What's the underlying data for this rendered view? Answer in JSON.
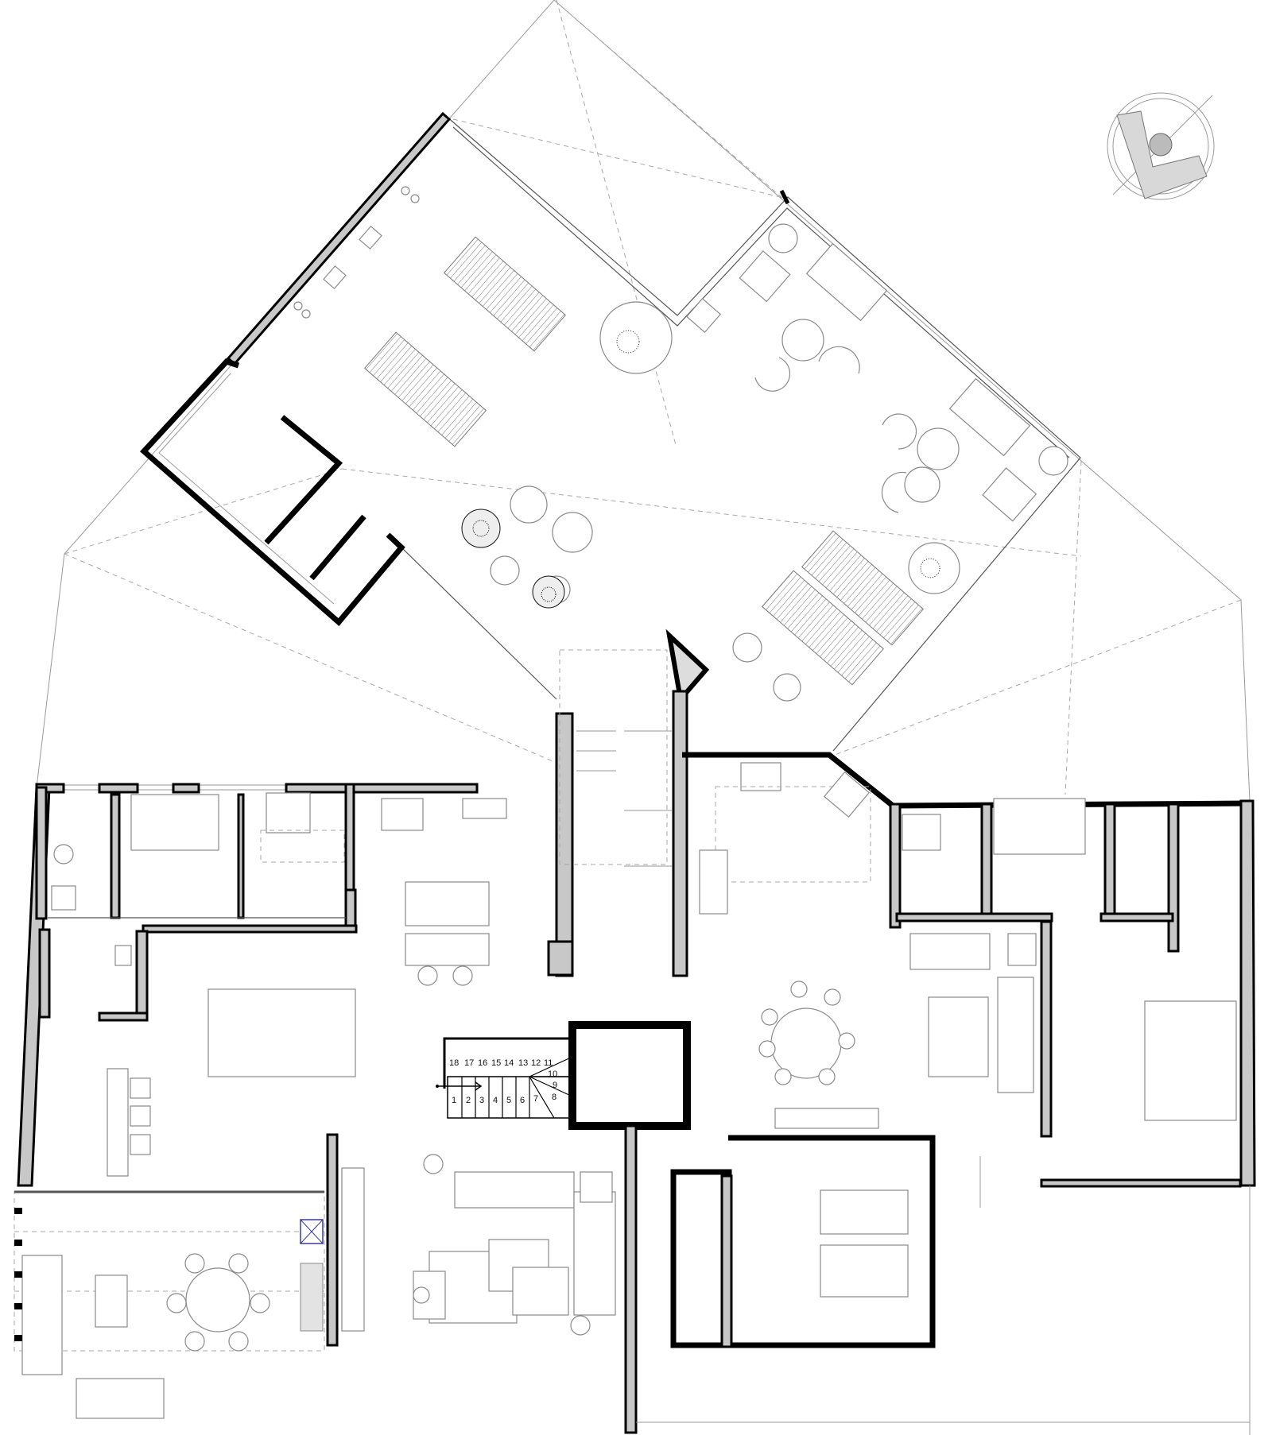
{
  "drawing": {
    "type": "architectural floor plan",
    "stair_upper_numbers": [
      "18",
      "17",
      "16",
      "15",
      "14",
      "13",
      "12",
      "11"
    ],
    "stair_lower_numbers": [
      "1",
      "2",
      "3",
      "4",
      "5",
      "6"
    ],
    "stair_winder_numbers": [
      "7",
      "8",
      "9",
      "10"
    ]
  },
  "colors": {
    "wall_fill": "#c8c8c8",
    "wall_outline": "#000000",
    "lines": "#9a9a9a",
    "accent_blue": "#3a3aa0"
  }
}
